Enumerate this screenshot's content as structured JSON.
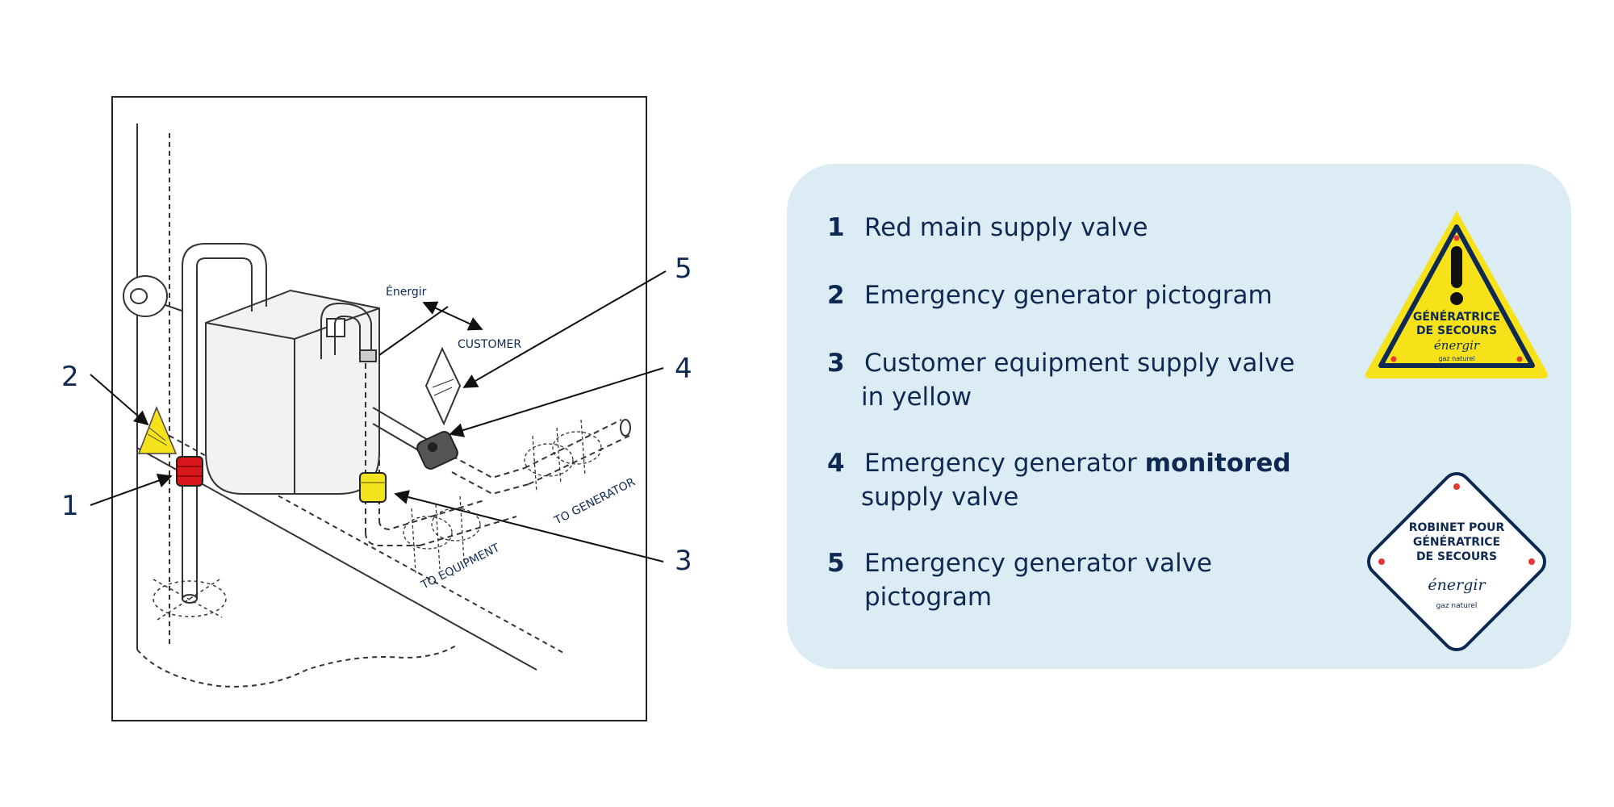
{
  "diagram": {
    "callouts": [
      "1",
      "2",
      "3",
      "4",
      "5"
    ],
    "labels": {
      "brand": "Énergir",
      "customer": "CUSTOMER",
      "to_generator": "TO GENERATOR",
      "to_equipment": "TO EQUIPMENT"
    }
  },
  "legend": {
    "items": [
      {
        "num": "1",
        "text": "Red main supply valve"
      },
      {
        "num": "2",
        "text": "Emergency generator pictogram"
      },
      {
        "num": "3",
        "text": "Customer equipment supply valve",
        "text2": "in yellow"
      },
      {
        "num": "4",
        "text_pre": "Emergency generator ",
        "text_bold": "monitored",
        "text2": "supply valve"
      },
      {
        "num": "5",
        "text": "Emergency generator valve pictogram"
      }
    ]
  },
  "signs": {
    "triangle": {
      "line1": "GÉNÉRATRICE",
      "line2": "DE SECOURS",
      "brand": "énergir",
      "tagline": "gaz naturel",
      "color": "#f7e21a"
    },
    "diamond": {
      "line1": "ROBINET POUR",
      "line2": "GÉNÉRATRICE",
      "line3": "DE SECOURS",
      "brand": "énergir",
      "tagline": "gaz naturel"
    }
  },
  "colors": {
    "navy": "#0e2a52",
    "panel": "#dcecf4",
    "main_valve": "#d9161c",
    "equipment_valve": "#f2e41c",
    "monitored_valve": "#555555"
  }
}
